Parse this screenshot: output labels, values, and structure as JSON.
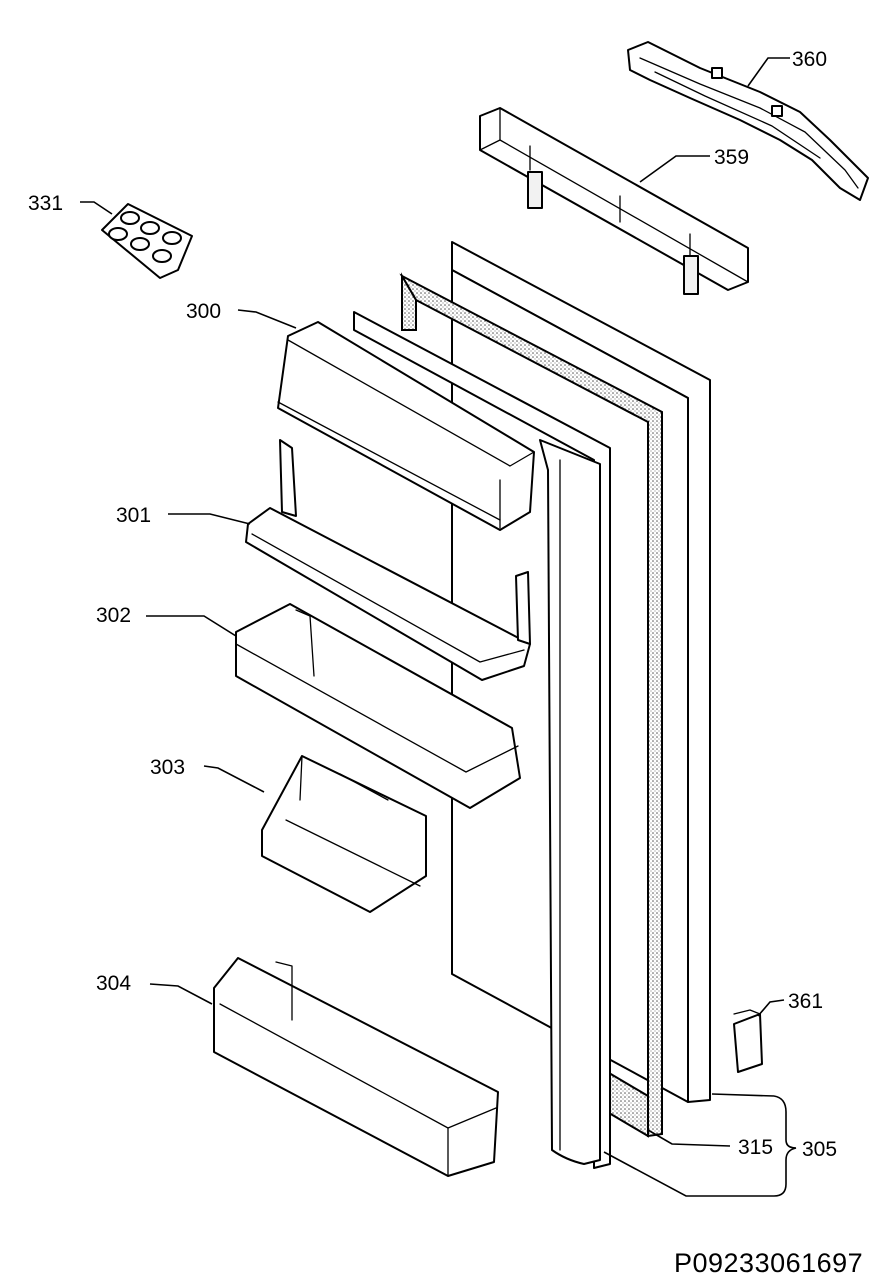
{
  "labels": {
    "p360": "360",
    "p359": "359",
    "p331": "331",
    "p300": "300",
    "p301": "301",
    "p302": "302",
    "p303": "303",
    "p304": "304",
    "p361": "361",
    "p315": "315",
    "p305": "305"
  },
  "drawing_code": "P09233061697"
}
